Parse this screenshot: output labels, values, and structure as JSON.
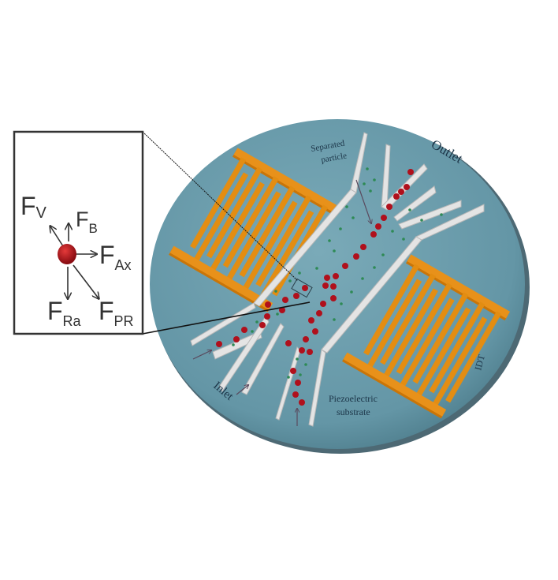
{
  "figure": {
    "description": "Schematic of a surface acoustic wave (SAW) microfluidic particle separation device on a piezoelectric substrate with two IDTs, with an inset showing forces acting on a particle",
    "colors": {
      "substrate": "#6a9cab",
      "substrate_edge": "#2e4f5c",
      "idt": "#e38d12",
      "channel_wall": "#e6e6e6",
      "large_particle": "#b0101c",
      "small_particle": "#2e8a55",
      "inset_border": "#333333"
    }
  },
  "inset": {
    "forces": [
      {
        "main": "F",
        "sub": "V",
        "direction": "up-left"
      },
      {
        "main": "F",
        "sub": "B",
        "direction": "up"
      },
      {
        "main": "F",
        "sub": "Ax",
        "direction": "right"
      },
      {
        "main": "F",
        "sub": "Ra",
        "direction": "down"
      },
      {
        "main": "F",
        "sub": "PR",
        "direction": "down-right"
      }
    ]
  },
  "labels": {
    "separated_particle_line1": "Separated",
    "separated_particle_line2": "particle",
    "outlet": "Outlet",
    "inlet": "Inlet",
    "idt": "IDT",
    "substrate_line1": "Piezoelectric",
    "substrate_line2": "substrate"
  }
}
